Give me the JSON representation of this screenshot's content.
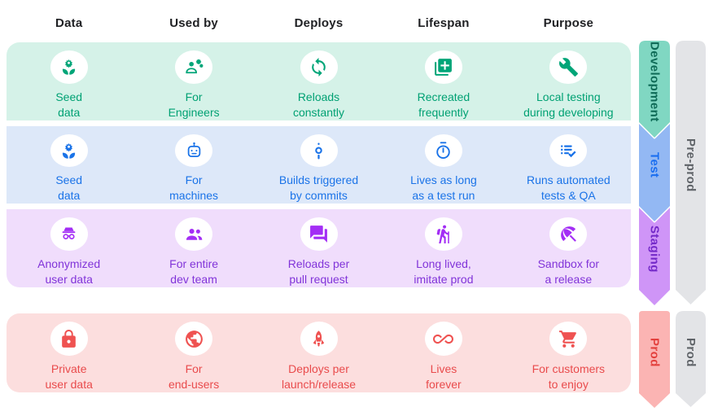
{
  "header": {
    "columns": [
      "Data",
      "Used by",
      "Deploys",
      "Lifespan",
      "Purpose"
    ]
  },
  "environments": [
    {
      "name": "Development",
      "row_bg": "#d5f2e8",
      "text_color": "#00a173",
      "icon_color": "#00a578",
      "ribbon_color": "#80d7c2",
      "ribbon_label_color": "#0e6b57",
      "cells": [
        {
          "icon": "seed-icon",
          "label": "Seed\ndata"
        },
        {
          "icon": "engineer-icon",
          "label": "For\nEngineers"
        },
        {
          "icon": "sync-icon",
          "label": "Reloads\nconstantly"
        },
        {
          "icon": "library-add-icon",
          "label": "Recreated\nfrequently"
        },
        {
          "icon": "wrench-icon",
          "label": "Local testing\nduring developing"
        }
      ]
    },
    {
      "name": "Test",
      "row_bg": "#dde8f9",
      "text_color": "#1a73e8",
      "icon_color": "#1a73e8",
      "ribbon_color": "#93b8f3",
      "ribbon_label_color": "#1a6ef0",
      "cells": [
        {
          "icon": "seed-icon",
          "label": "Seed\ndata"
        },
        {
          "icon": "robot-icon",
          "label": "For\nmachines"
        },
        {
          "icon": "commit-icon",
          "label": "Builds triggered\nby commits"
        },
        {
          "icon": "timer-icon",
          "label": "Lives as long\nas a test run"
        },
        {
          "icon": "checklist-icon",
          "label": "Runs automated\ntests & QA"
        }
      ]
    },
    {
      "name": "Staging",
      "row_bg": "#f0ddfc",
      "text_color": "#8134d9",
      "icon_color": "#a32ef5",
      "ribbon_color": "#cf95f7",
      "ribbon_label_color": "#7429c9",
      "cells": [
        {
          "icon": "incognito-icon",
          "label": "Anonymized\nuser data"
        },
        {
          "icon": "group-icon",
          "label": "For entire\ndev team"
        },
        {
          "icon": "forum-icon",
          "label": "Reloads per\npull request"
        },
        {
          "icon": "hiking-icon",
          "label": "Long lived,\nimitate prod"
        },
        {
          "icon": "beach-umbrella-icon",
          "label": "Sandbox for\na release"
        }
      ]
    },
    {
      "name": "Prod",
      "row_bg": "#fcdede",
      "text_color": "#e94b4c",
      "icon_color": "#ef5251",
      "ribbon_color": "#fbb4b3",
      "ribbon_label_color": "#e3403d",
      "cells": [
        {
          "icon": "lock-icon",
          "label": "Private\nuser data"
        },
        {
          "icon": "globe-icon",
          "label": "For\nend-users"
        },
        {
          "icon": "rocket-icon",
          "label": "Deploys per\nlaunch/release"
        },
        {
          "icon": "infinity-icon",
          "label": "Lives\nforever"
        },
        {
          "icon": "cart-icon",
          "label": "For customers\nto enjoy"
        }
      ]
    }
  ],
  "stage_groups": [
    {
      "label": "Pre-prod",
      "ribbon_color": "#e3e4e7",
      "label_color": "#5f6368"
    },
    {
      "label": "Prod",
      "ribbon_color": "#e3e4e7",
      "label_color": "#5f6368"
    }
  ],
  "colors": {
    "header_text": "#202124",
    "page_bg": "#ffffff"
  }
}
